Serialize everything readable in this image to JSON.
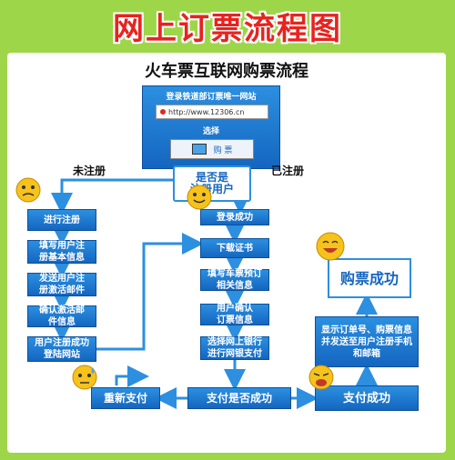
{
  "banner": {
    "title": "网上订票流程图"
  },
  "diagram": {
    "subtitle": "火车票互联网购票流程",
    "site_panel": {
      "title": "登录铁道部订票唯一网站",
      "url": "http://www.12306.cn",
      "select_label": "选择",
      "buy_button": "购  票"
    },
    "decision": "是否是\n注册用户",
    "edge_unregistered": "未注册",
    "edge_registered": "已注册",
    "left_flow": [
      "进行注册",
      "填写用户注\n册基本信息",
      "发送用户注\n册激活邮件",
      "确认激活邮\n件信息",
      "用户注册成功\n登陆网站"
    ],
    "mid_flow": [
      "登录成功",
      "下载证书",
      "填写车票预订\n相关信息",
      "用户确认\n订票信息",
      "选择网上银行\n进行网银支付"
    ],
    "retry": "重新支付",
    "pay_check": "支付是否成功",
    "pay_success": "支付成功",
    "notify": "显示订单号、购票信息\n并发送至用户注册手机\n和邮箱",
    "purchase_success": "购票成功"
  },
  "colors": {
    "accent": "#1466c0",
    "frame": "#9ed64a",
    "banner_text": "#e8231f"
  }
}
